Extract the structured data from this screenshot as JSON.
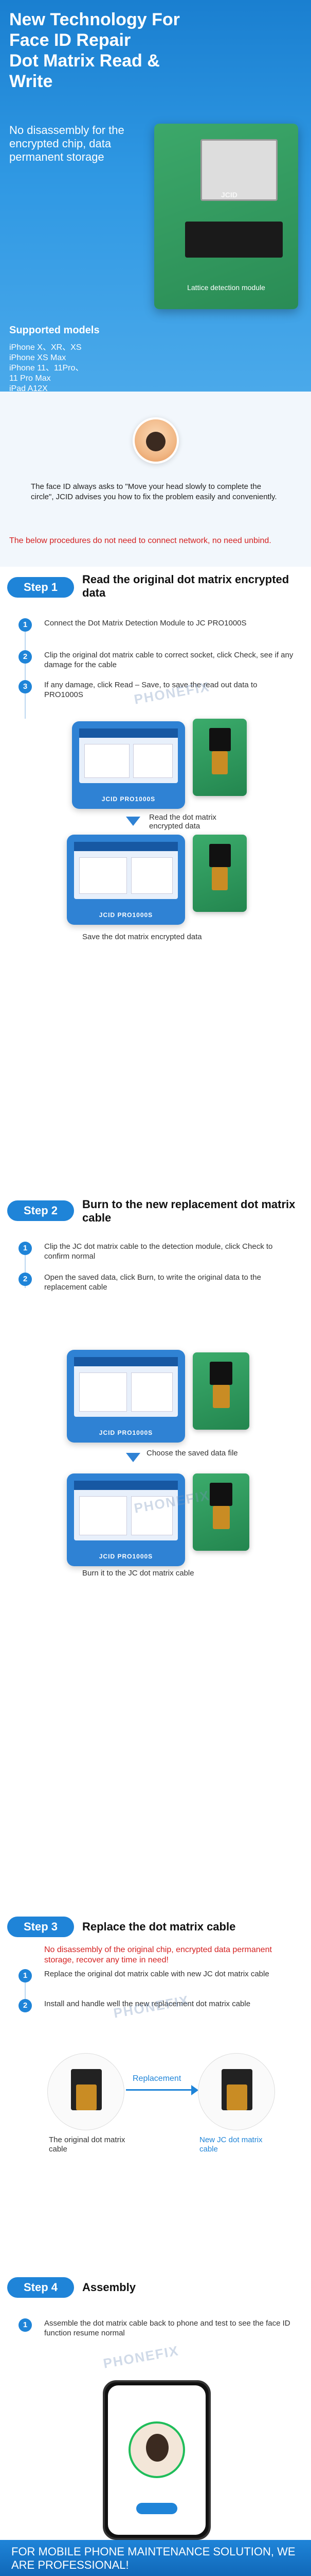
{
  "hero": {
    "title_lines": [
      "New Technology For",
      "Face ID Repair",
      "Dot Matrix Read & Write"
    ],
    "subtitle": "No disassembly for the encrypted chip, data permanent storage",
    "board_caption": "Lattice detection module",
    "board_brand": "JCID",
    "models_title": "Supported models",
    "models": [
      "iPhone X、XR、XS",
      "iPhone XS Max",
      "iPhone 11、11Pro、",
      "11 Pro Max",
      "iPad A12X"
    ]
  },
  "intro": {
    "text": "The face ID always asks to \"Move your head slowly to complete the circle\", JCID advises you how to fix the problem easily and conveniently.",
    "warning": "The below procedures do not need to connect network, no need unbind."
  },
  "step1": {
    "label": "Step 1",
    "title": "Read the original dot matrix encrypted data",
    "items": [
      "Connect the Dot Matrix Detection Module to JC PRO1000S",
      "Clip the original dot matrix cable to correct socket, click Check, see if any damage for the cable",
      "If any damage, click Read – Save, to save the read out data to PRO1000S"
    ],
    "caption_read": "Read the dot matrix encrypted data",
    "caption_save": "Save the dot matrix encrypted data",
    "device_label": "JCID PRO1000S"
  },
  "step2": {
    "label": "Step 2",
    "title": "Burn to the new replacement dot matrix cable",
    "items": [
      "Clip the JC dot matrix cable to the detection module, click Check to confirm normal",
      "Open the saved data, click Burn, to write the original data to the replacement cable"
    ],
    "caption_choose": "Choose the saved data file",
    "caption_burn": "Burn it to the JC dot matrix cable",
    "device_label": "JCID PRO1000S"
  },
  "step3": {
    "label": "Step 3",
    "title": "Replace the dot matrix cable",
    "red": "No disassembly of the original chip, encrypted data permanent storage, recover any time in need!",
    "items": [
      "Replace the original dot matrix cable with new JC dot matrix cable",
      "Install and handle well the new replacement dot matrix cable"
    ],
    "replacement_label": "Replacement",
    "caption_original": "The original dot matrix cable",
    "caption_new": "New JC dot matrix cable"
  },
  "step4": {
    "label": "Step 4",
    "title": "Assembly",
    "items": [
      "Assemble the dot matrix cable back to phone and test to see the face ID function resume normal"
    ]
  },
  "footer": {
    "text": "FOR MOBILE PHONE MAINTENANCE SOLUTION, WE ARE PROFESSIONAL!"
  },
  "watermark": "PHONEFIX",
  "colors": {
    "accent": "#1f84d8",
    "warning": "#d42020",
    "board_green": "#2a8c55"
  }
}
